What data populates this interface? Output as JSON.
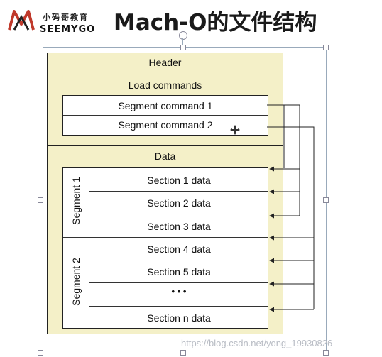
{
  "logo": {
    "cn": "小码哥教育",
    "en": "SEEMYGO"
  },
  "title": "Mach-O的文件结构",
  "diagram": {
    "header": "Header",
    "load_commands": "Load commands",
    "segment_commands": [
      "Segment command 1",
      "Segment command 2"
    ],
    "data": "Data",
    "segment1_label": "Segment 1",
    "segment2_label": "Segment 2",
    "segment1_sections": [
      "Section 1 data",
      "Section 2 data",
      "Section 3 data"
    ],
    "segment2_sections": [
      "Section 4 data",
      "Section 5 data",
      "• • •",
      "Section n data"
    ]
  },
  "watermark": "https://blog.csdn.net/yong_19930826",
  "colors": {
    "fill": "#f4f0c8",
    "line": "#222222"
  }
}
